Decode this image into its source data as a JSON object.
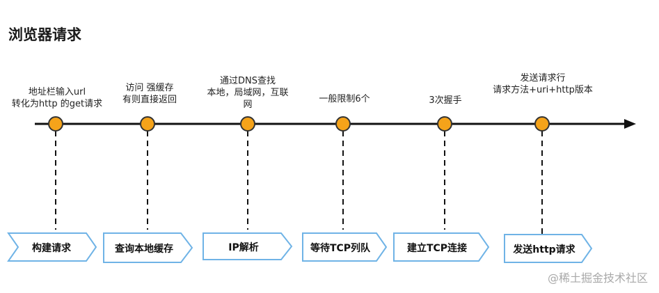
{
  "title": "浏览器请求",
  "watermark": "@稀土掘金技术社区",
  "annotations": [
    [
      "地址栏输入url",
      "转化为http 的get请求"
    ],
    [
      "访问 强缓存",
      "有则直接返回"
    ],
    [
      "通过DNS查找",
      "本地，局域网，互联",
      "网"
    ],
    [
      "一般限制6个"
    ],
    [
      "3次握手"
    ],
    [
      "发送请求行",
      "请求方法+uri+http版本"
    ]
  ],
  "steps": [
    "构建请求",
    "查询本地缓存",
    "IP解析",
    "等待TCP列队",
    "建立TCP连接",
    "发送http请求"
  ],
  "colors": {
    "node_fill": "#f5a31a",
    "node_stroke": "#333333",
    "box_border": "#6fb3e6",
    "axis": "#111111"
  }
}
